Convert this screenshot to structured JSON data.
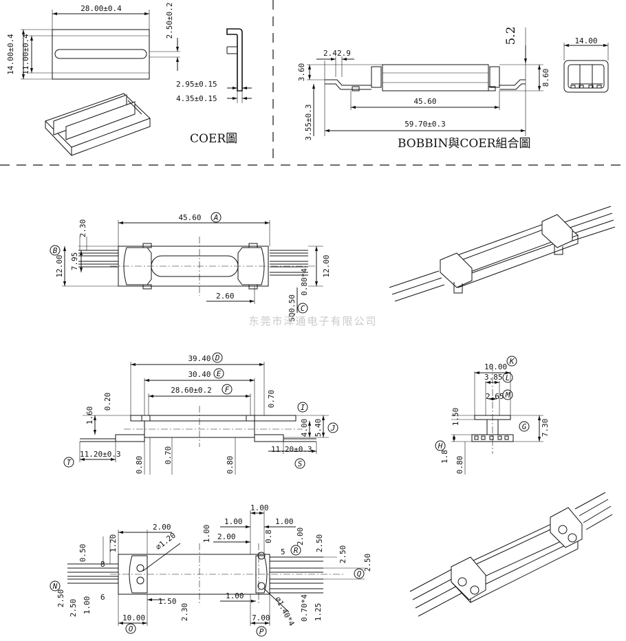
{
  "top_left": {
    "width": "28.00±0.4",
    "height_outer": "14.00±0.4",
    "height_inner": "11.00±0.4",
    "thickness": "2.50±0.2",
    "gap1": "2.95±0.15",
    "gap2": "4.35±0.15",
    "caption": "COER圖"
  },
  "top_right": {
    "d_5_2": "5.2",
    "d_2_4": "2.4",
    "d_2_9": "2.9",
    "d_3_60": "3.60",
    "d_8_60": "8.60",
    "d_45_60": "45.60",
    "d_3_55": "3.55±0.3",
    "d_59_70": "59.70±0.3",
    "d_14_00": "14.00",
    "caption": "BOBBIN與COER組合圖"
  },
  "plan_view": {
    "a_len": "45.60",
    "a_tag": "A",
    "d_2_30": "2.30",
    "b_tag": "B",
    "d_12_left": "12.00",
    "d_7_95": "7.95",
    "d_12_right": "12.00",
    "d_0_8x4": "0.80*4",
    "d_2_60": "2.60",
    "d_sq": "SQ0.50",
    "c_tag": "C"
  },
  "watermark": "东莞市泽通电子有限公司",
  "side_view": {
    "d_39_40": "39.40",
    "d_30_40": "30.40",
    "d_28_60": "28.60±0.2",
    "d_tag": "D",
    "e_tag": "E",
    "f_tag": "F",
    "d_0_20": "0.20",
    "d_0_70_top": "0.70",
    "d_1_60": "1.60",
    "d_4_00": "4.00",
    "d_5_40": "5.40",
    "i_tag": "I",
    "j_tag": "J",
    "d_11_20_left": "11.20±0.3",
    "d_11_20_right": "11.20±0.3",
    "t_tag": "T",
    "s_tag": "S",
    "d_0_80_a": "0.80",
    "d_0_70_b": "0.70",
    "d_0_80_b": "0.80"
  },
  "end_view": {
    "d_10_00": "10.00",
    "d_3_85": "3.85",
    "d_2_65": "2.65",
    "k_tag": "K",
    "l_tag": "L",
    "m_tag": "M",
    "d_1_50": "1.50",
    "d_7_30": "7.30",
    "g_tag": "G",
    "h_tag": "H",
    "d_1_8": "1.8",
    "d_0_80": "0.80"
  },
  "bottom_view": {
    "d_2_00_a": "2.00",
    "d_phi_1_20": "⌀1.20",
    "d_1_20": "1.20",
    "d_0_50": "0.50",
    "pin8": "8",
    "pin6": "6",
    "n_tag": "N",
    "d_2_50_l1": "2.50",
    "d_2_50_l2": "2.50",
    "d_1_00_l": "1.00",
    "d_10_00": "10.00",
    "o_tag": "O",
    "d_1_50": "1.50",
    "d_2_30": "2.30",
    "d_1_00_t1": "1.00",
    "d_1_00_t2": "1.00",
    "d_1_00_t3": "1.00",
    "d_1_00_v": "1.00",
    "d_2_00_b": "2.00",
    "d_0_8": "0.8",
    "d_2_00_c": "2.00",
    "pin5": "5",
    "r_tag": "R",
    "d_2_50_r1": "2.50",
    "d_2_50_r2": "2.50",
    "d_2_50_r3": "2.50",
    "q_tag": "Q",
    "d_1_00_b": "1.00",
    "d_7_00": "7.00",
    "p_tag": "P",
    "d_phi_1_40": "⌀1.40*4",
    "d_0_70x4": "0.70*4",
    "d_1_25": "1.25"
  }
}
